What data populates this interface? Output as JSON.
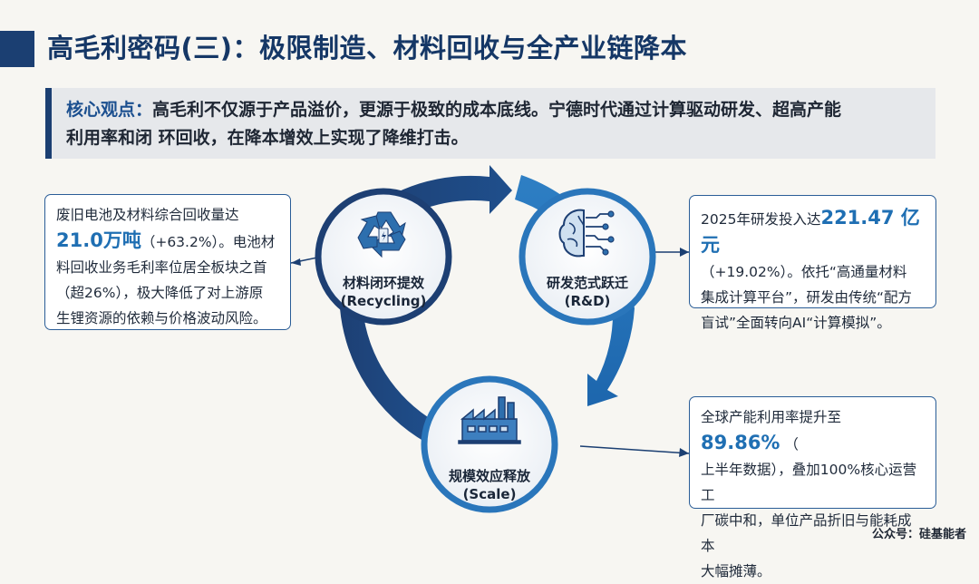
{
  "title": "高毛利密码(三)：极限制造、材料回收与全产业链降本",
  "core": {
    "label": "核心观点：",
    "text_line1": "高毛利不仅源于产品溢价，更源于极致的成本底线。宁德时代通过计算驱动研发、超高产能",
    "text_line2": "利用率和闭 环回收，在降本增效上实现了降维打击。"
  },
  "nodes": {
    "recycling": {
      "label": "材料闭环提效",
      "sub": "(Recycling)",
      "icon": "recycle-icon"
    },
    "rd": {
      "label": "研发范式跃迁",
      "sub": "(R&D)",
      "icon": "brain-circuit-icon"
    },
    "scale": {
      "label": "规模效应释放",
      "sub": "(Scale)",
      "icon": "factory-icon"
    }
  },
  "left_box": {
    "line1": "废旧电池及材料综合回收量达",
    "highlight": "21.0万吨",
    "after_highlight": "（+63.2%）。电池材",
    "line3": "料回收业务毛利率位居全板块之首",
    "line4": "（超26%），极大降低了对上游原",
    "line5": "生锂资源的依赖与价格波动风险。"
  },
  "right_top_box": {
    "prefix": "2025年研发投入达",
    "highlight": "221.47 亿元",
    "line2": "（+19.02%）。依托“高通量材料",
    "line3": "集成计算平台”，研发由传统“配方",
    "line4": "盲试”全面转向AI“计算模拟”。"
  },
  "right_bottom_box": {
    "prefix": "全球产能利用率提升至",
    "highlight": "89.86%",
    "suffix": "（",
    "line2": "上半年数据），叠加100%核心运营工",
    "line3": "厂碳中和，单位产品折旧与能耗成本",
    "line4": "大幅摊薄。"
  },
  "footer": "公众号：硅基能者",
  "colors": {
    "dark_blue": "#153766",
    "mid_blue": "#1f6fb3",
    "light_blue": "#3f8fd0",
    "accent": "#1b3f72"
  }
}
